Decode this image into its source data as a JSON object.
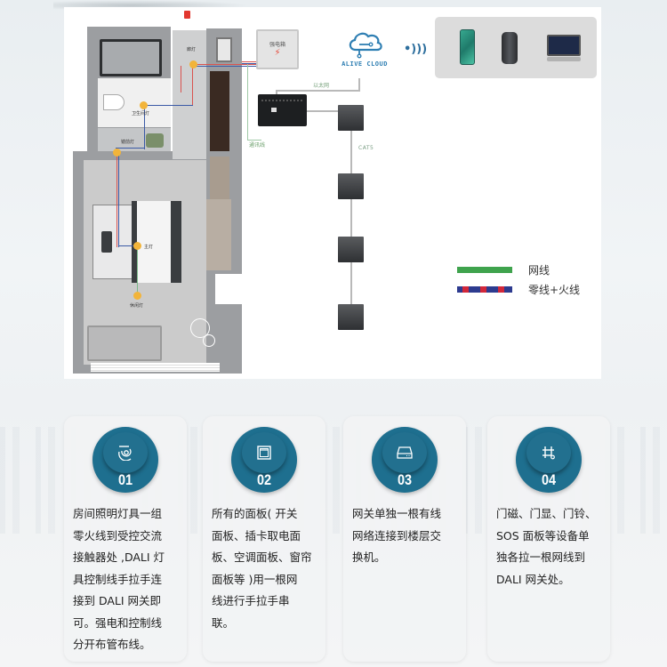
{
  "diagram": {
    "floorplan": {
      "labels": {
        "hall_light": "廊灯",
        "bathroom_light": "卫生间灯",
        "mirror_light": "镜前灯",
        "main_light": "主灯",
        "reading_light": "休闲灯"
      }
    },
    "electrical_box": {
      "label": "强电箱",
      "icon": "lightning-bolt-icon"
    },
    "cloud": {
      "label": "ALIVE CLOUD",
      "icon": "cloud-icon"
    },
    "wifi_icon": "wifi-signal-icon",
    "clients": [
      {
        "name": "smartphone",
        "icon": "phone-icon"
      },
      {
        "name": "smart-speaker",
        "icon": "speaker-icon"
      },
      {
        "name": "control-panel",
        "icon": "touch-panel-icon"
      }
    ],
    "wire_labels": {
      "ethernet": "以太网",
      "comm_line": "通讯线",
      "cat5": "CAT5"
    },
    "panel_count": 4
  },
  "legend": {
    "items": [
      {
        "label": "网线",
        "color": "#3fa34d",
        "style": "solid"
      },
      {
        "label": "零线+火线",
        "colors": [
          "#2d3b8f",
          "#d2283a"
        ],
        "style": "dashed"
      }
    ]
  },
  "cards": [
    {
      "number": "01",
      "icon": "cable-reel-icon",
      "text": "房间照明灯具一组零火线到受控交流接触器处，DALI灯具控制线手拉手连接到 DALI 网关即可。强电和控制线分开布管布线。",
      "lines": [
        "房间照明灯具一组",
        "零火线到受控交流",
        "接触器处 ,DALI 灯",
        "具控制线手拉手连",
        "接到 DALI 网关即",
        "可。强电和控制线",
        "分开布管布线。"
      ]
    },
    {
      "number": "02",
      "icon": "wall-panel-icon",
      "lines": [
        "所有的面板( 开关",
        "面板、插卡取电面",
        "板、空调面板、窗帘",
        "面板等 )用一根网",
        "线进行手拉手串",
        "联。"
      ]
    },
    {
      "number": "03",
      "icon": "drive-icon",
      "lines": [
        "网关单独一根有线",
        "网络连接到楼层交",
        "换机。"
      ]
    },
    {
      "number": "04",
      "icon": "crop-icon",
      "lines": [
        "门磁、门显、门铃、",
        "SOS 面板等设备单",
        "独各拉一根网线到",
        "DALI 网关处。"
      ]
    }
  ],
  "colors": {
    "badge": "#1e6f8f",
    "ethernet_wire": "#3fa34d",
    "neutral_wire": "#2d3b8f",
    "live_wire": "#d2283a",
    "light_point": "#f2b43a"
  }
}
